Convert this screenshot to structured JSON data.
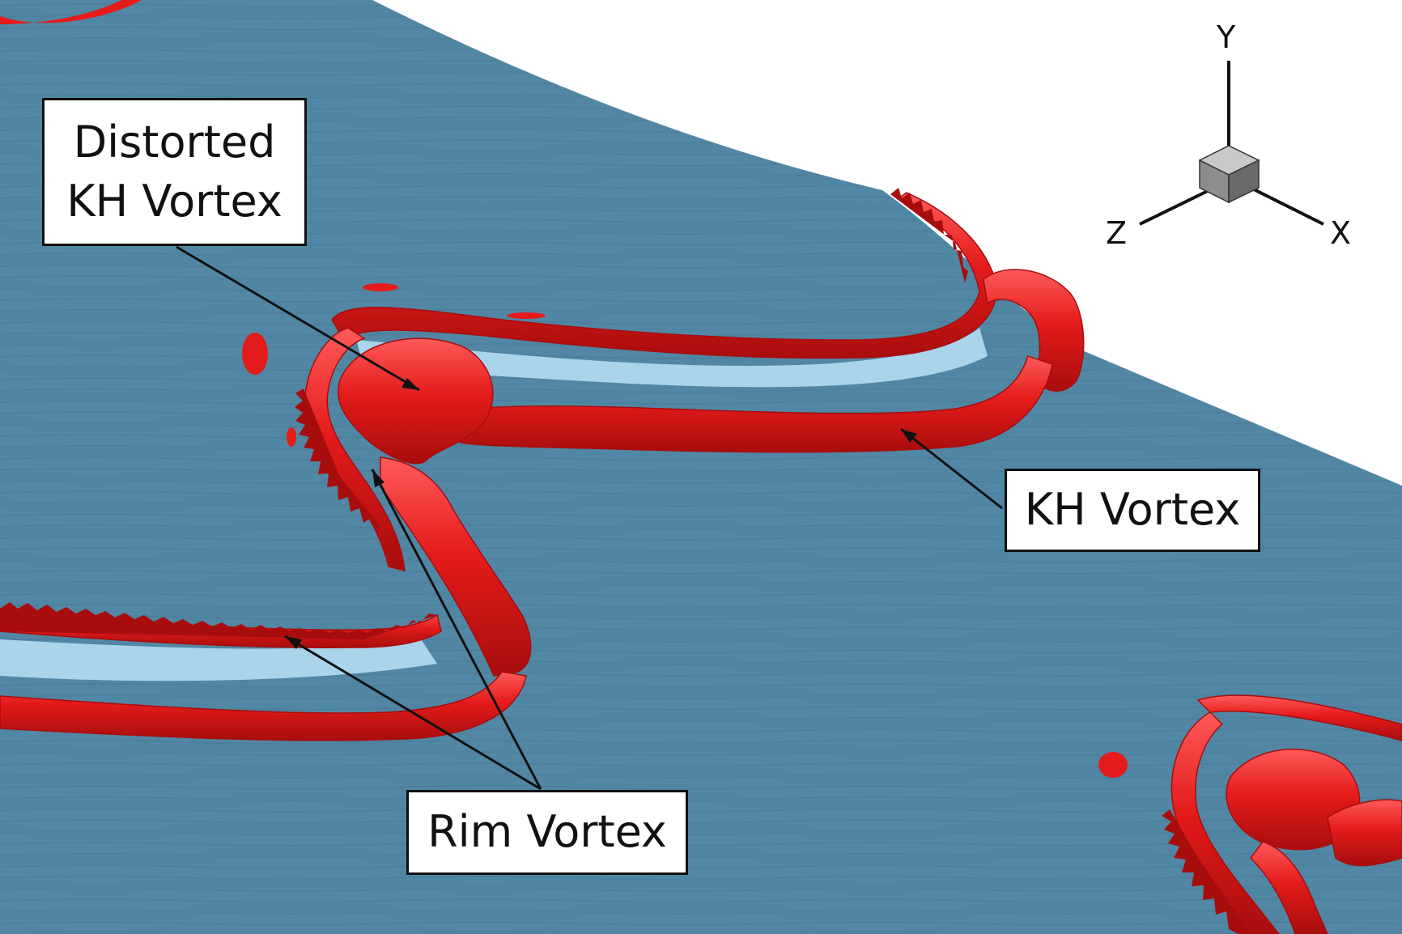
{
  "colors": {
    "background": "#ffffff",
    "sheet": "#5187a4",
    "sheet_shadow": "#3f7089",
    "sheet_highlight": "#a9d4ea",
    "vortex": "#e41b1b",
    "vortex_dark": "#a80d0d",
    "vortex_light": "#ff5a5a",
    "cube_front": "#8d8d8d",
    "cube_top": "#c9c9c9",
    "cube_side": "#6a6a6a",
    "annotation": "#111111"
  },
  "labels": {
    "distorted_kh_line1": "Distorted",
    "distorted_kh_line2": "KH Vortex",
    "kh_vortex": "KH Vortex",
    "rim_vortex": "Rim Vortex"
  },
  "axes": {
    "y": "Y",
    "z": "Z",
    "x": "X"
  },
  "icons": {
    "orientation_triad": "axis-triad-icon",
    "orientation_cube": "cube-icon"
  }
}
